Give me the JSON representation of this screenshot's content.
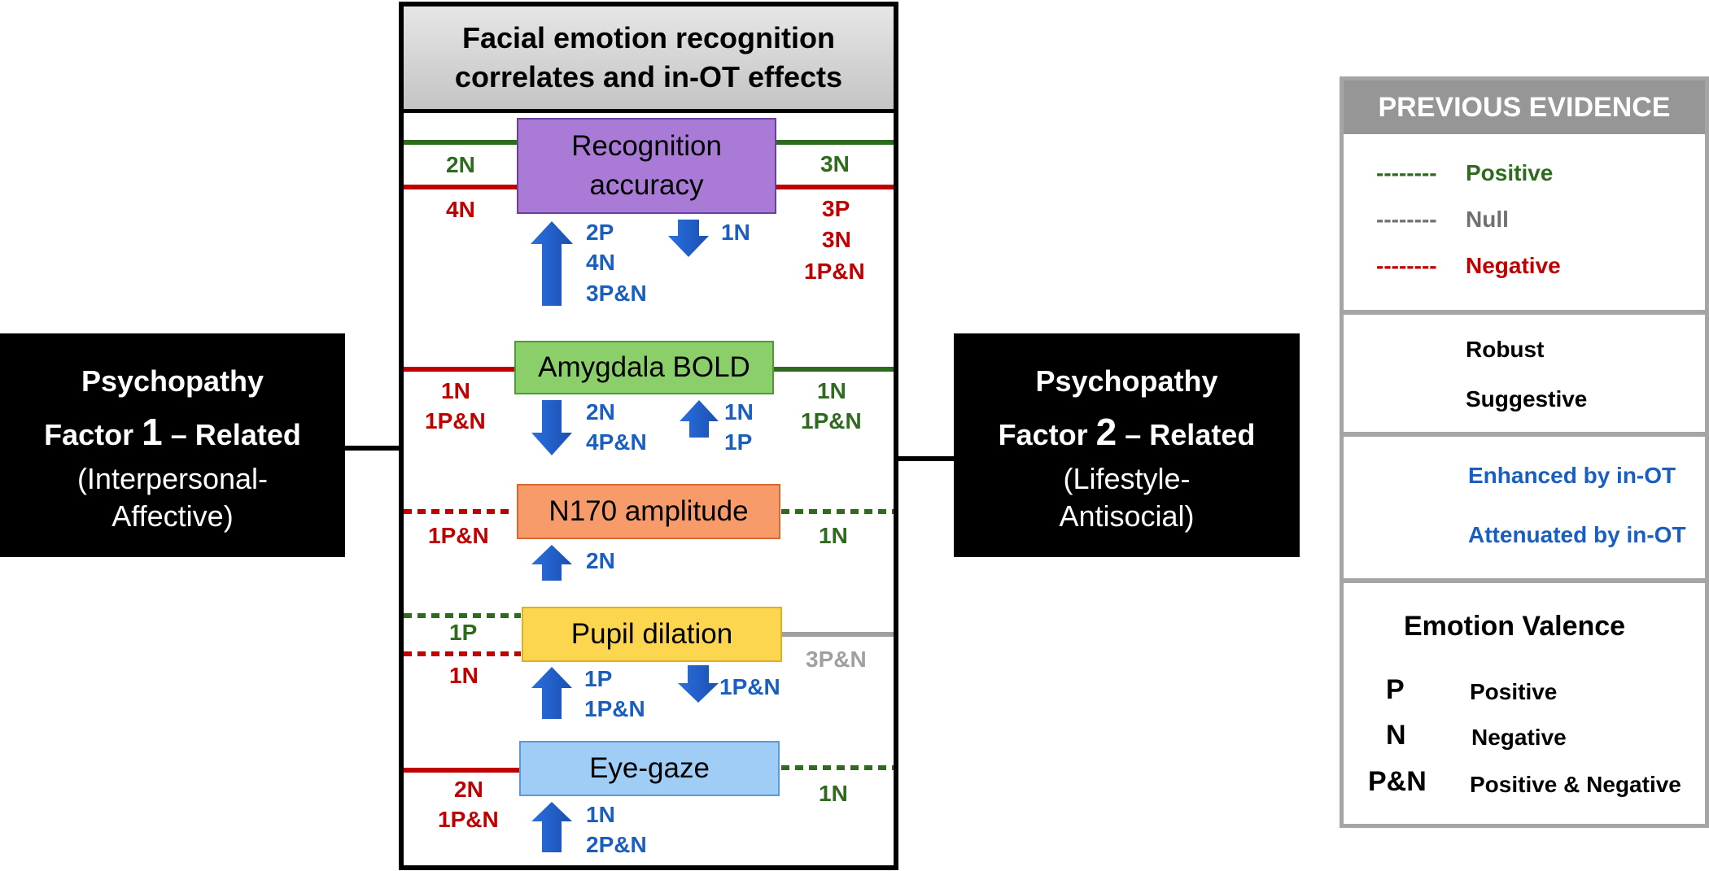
{
  "panel": {
    "title_line1": "Facial emotion recognition",
    "title_line2": "correlates and in-OT effects"
  },
  "factor1": {
    "line1": "Psychopathy",
    "line2_pre": "Factor ",
    "line2_num": "1",
    "line2_post": " – Related",
    "line3": "(Interpersonal-",
    "line4": "Affective)"
  },
  "factor2": {
    "line1": "Psychopathy",
    "line2_pre": "Factor ",
    "line2_num": "2",
    "line2_post": " – Related",
    "line3": "(Lifestyle-",
    "line4": "Antisocial)"
  },
  "correlates": [
    {
      "line1": "Recognition",
      "line2": "accuracy",
      "color": "#a97ad6",
      "f1_labels": [
        "2N",
        "4N"
      ],
      "f2_labels": [
        "3N",
        "3P",
        "3N",
        "1P&N"
      ],
      "up": [
        "2P",
        "4N",
        "3P&N"
      ],
      "down": [
        "1N"
      ]
    },
    {
      "line1": "Amygdala BOLD",
      "color": "#8bcf6a",
      "f1_labels": [
        "1N",
        "1P&N"
      ],
      "f2_labels": [
        "1N",
        "1P&N"
      ],
      "down": [
        "2N",
        "4P&N"
      ],
      "up": [
        "1N",
        "1P"
      ]
    },
    {
      "line1": "N170 amplitude",
      "color": "#f79b6a",
      "f1_labels": [
        "1P&N"
      ],
      "f2_labels": [
        "1N"
      ],
      "up": [
        "2N"
      ]
    },
    {
      "line1": "Pupil dilation",
      "color": "#fdd64f",
      "f1_labels": [
        "1P",
        "1N"
      ],
      "f2_labels": [
        "3P&N"
      ],
      "up": [
        "1P",
        "1P&N"
      ],
      "down": [
        "1P&N"
      ]
    },
    {
      "line1": "Eye-gaze",
      "color": "#9fcdf5",
      "f1_labels": [
        "2N",
        "1P&N"
      ],
      "f2_labels": [
        "1N"
      ],
      "up": [
        "1N",
        "2P&N"
      ]
    }
  ],
  "legend": {
    "title": "PREVIOUS EVIDENCE",
    "evidence": [
      {
        "dashes": "--------",
        "label": "Positive",
        "color": "#2e6b1f"
      },
      {
        "dashes": "--------",
        "label": "Null",
        "color": "#707070"
      },
      {
        "dashes": "--------",
        "label": "Negative",
        "color": "#c00000"
      }
    ],
    "robust_label": "Robust",
    "suggestive_label": "Suggestive",
    "enhanced_label": "Enhanced by in-OT",
    "attenuated_label": "Attenuated by in-OT",
    "valence_title": "Emotion Valence",
    "valence": [
      {
        "key": "P",
        "label": "Positive"
      },
      {
        "key": "N",
        "label": "Negative"
      },
      {
        "key": "P&N",
        "label": "Positive & Negative"
      }
    ]
  },
  "colors": {
    "positive": "#2e6b1f",
    "null": "#a0a0a0",
    "negative": "#c00000",
    "arrow": "#1f5fcc"
  }
}
